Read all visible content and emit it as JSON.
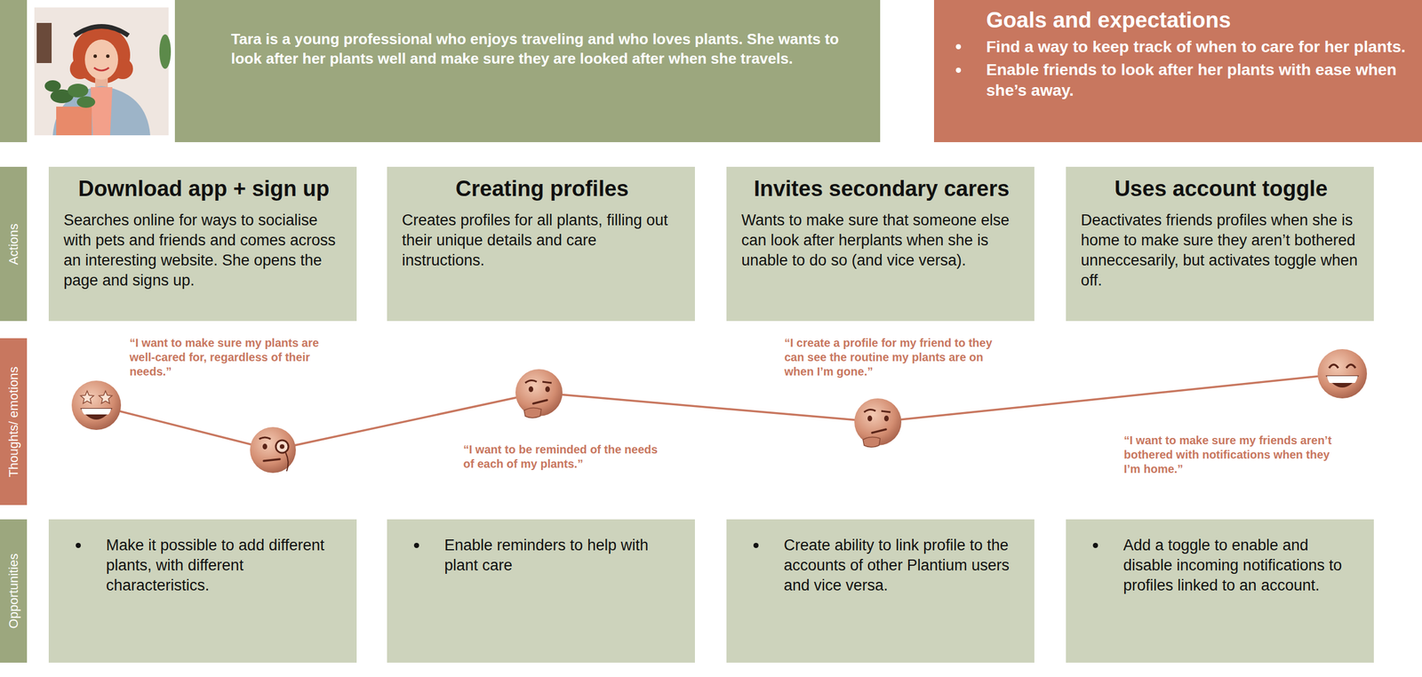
{
  "diagram": {
    "nodes": [
      {
        "text": [
          "Tara is a young professional who enjoys traveling and who loves plants. She wants to look after her plants well and make sure they are looked after when she travels."
        ]
      },
      {
        "text": [
          "Goals and expectations",
          "Find a way to keep track of when to care for her plants.",
          "Enable friends to look after her plants with ease when she’s away."
        ]
      },
      {
        "text": [
          "Actions"
        ]
      },
      {
        "text": [
          "Download app + sign up",
          "Searches online for ways to socialise with pets and friends and comes across an interesting website. She opens the page and signs up."
        ]
      },
      {
        "text": [
          "Creating profiles",
          "Creates profiles for all plants, filling out their unique details and care instructions."
        ]
      },
      {
        "text": [
          "Invites secondary carers",
          "Wants to make sure that someone else can look after herplants when she is unable to do so (and vice versa)."
        ]
      },
      {
        "text": [
          "Uses account toggle",
          "Deactivates friends profiles when she is home to make sure they aren’t bothered unneccesarily, but activates toggle when off."
        ]
      },
      {
        "text": [
          "Thoughts/ emotions"
        ]
      },
      {
        "text": [
          "Opportunities"
        ]
      },
      {
        "text": [
          "Make it possible to add different plants, with different characteristics."
        ]
      },
      {
        "text": [
          "Enable reminders to help with plant care"
        ]
      },
      {
        "text": [
          "Create ability to link profile to the accounts of other Plantium users and vice versa."
        ]
      },
      {
        "text": [
          "Add a toggle to enable and disable incoming notifications to profiles linked to an account."
        ]
      }
    ],
    "labels": [
      "“I want to make sure my plants are well-cared for, regardless of their needs.”",
      "“I want to be reminded of the needs of each of my plants.”",
      "“I create a profile for my friend to they can see the routine my plants are on when I’m gone.”",
      "“I want to make sure my friends aren’t bothered with notifications when they I’m home.”"
    ]
  }
}
